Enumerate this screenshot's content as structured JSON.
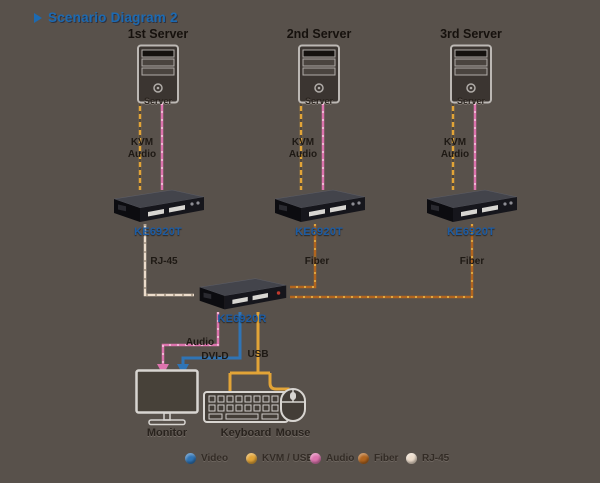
{
  "title": "Scenario Diagram 2",
  "colors": {
    "background": "#58514b",
    "title_blue": "#1c6ab2",
    "device_label_blue": "#1d5ca3"
  },
  "legend": [
    {
      "label": "Video",
      "color": "#2f74b5"
    },
    {
      "label": "KVM / USB",
      "color": "#e2a437"
    },
    {
      "label": "Audio",
      "color": "#dd74ae"
    },
    {
      "label": "Fiber",
      "color": "#b2651e"
    },
    {
      "label": "RJ-45",
      "color": "#ecdccb"
    }
  ],
  "servers": [
    {
      "name": "1st Server",
      "caption": "Server",
      "device_label": "KE6920T",
      "kvm_label": "KVM",
      "audio_label": "Audio",
      "uplink_label": "RJ-45"
    },
    {
      "name": "2nd Server",
      "caption": "Server",
      "device_label": "KE6920T",
      "kvm_label": "KVM",
      "audio_label": "Audio",
      "uplink_label": "Fiber"
    },
    {
      "name": "3rd Server",
      "caption": "Server",
      "device_label": "KE6920T",
      "kvm_label": "KVM",
      "audio_label": "Audio",
      "uplink_label": "Fiber"
    }
  ],
  "receiver": {
    "device_label": "KE6920R",
    "audio_out_label": "Audio",
    "video_out_label": "DVI-D",
    "usb_out_label": "USB"
  },
  "peripherals": {
    "monitor": "Monitor",
    "keyboard": "Keyboard",
    "mouse": "Mouse"
  }
}
